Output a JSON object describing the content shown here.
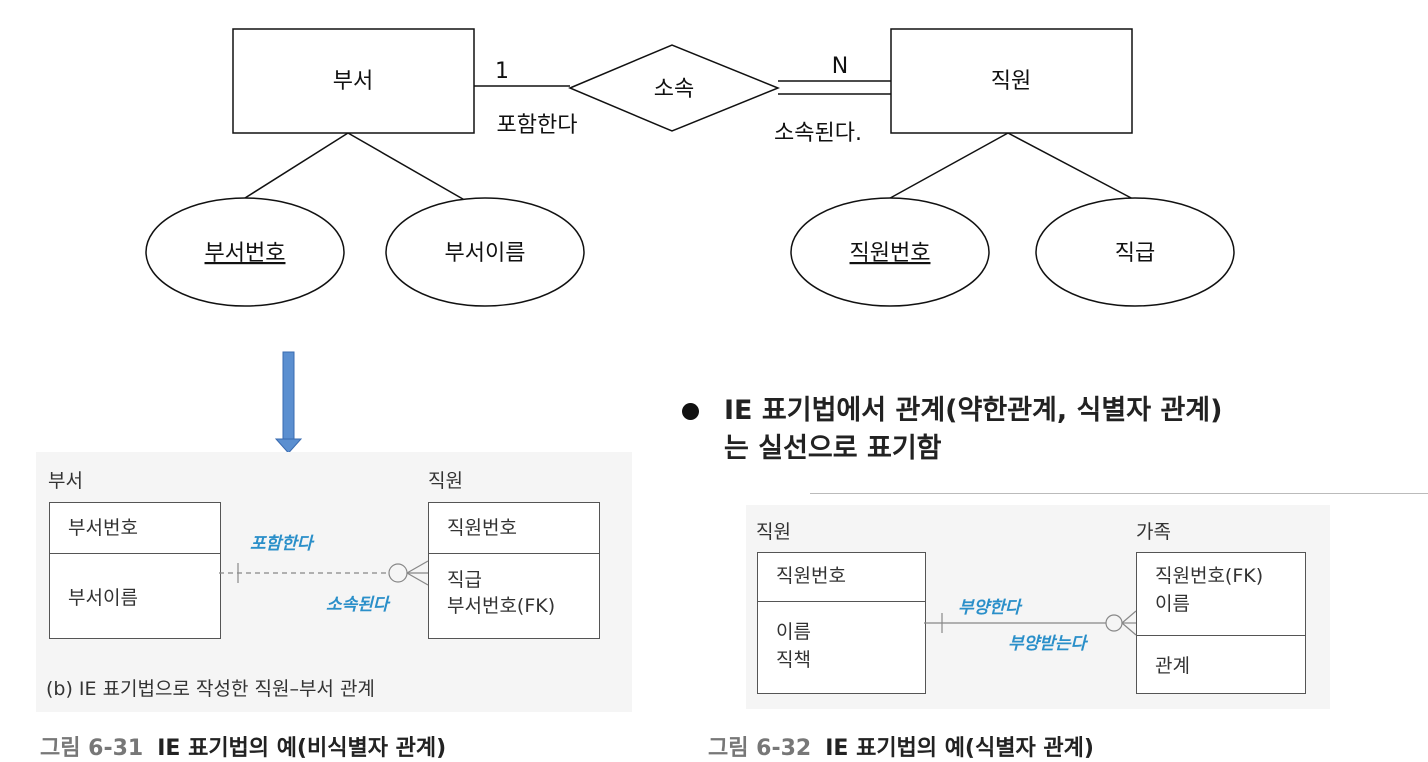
{
  "er": {
    "entity_dept": "부서",
    "entity_emp": "직원",
    "relationship": "소속",
    "card_left": "1",
    "card_right": "N",
    "role_left": "포함한다",
    "role_right": "소속된다.",
    "attr_dept_id": "부서번호",
    "attr_dept_name": "부서이름",
    "attr_emp_id": "직원번호",
    "attr_emp_grade": "직급"
  },
  "ie1": {
    "left_title": "부서",
    "left_key": "부서번호",
    "left_attrs": [
      "부서이름"
    ],
    "right_title": "직원",
    "right_key": "직원번호",
    "right_attrs": [
      "직급",
      "부서번호(FK)"
    ],
    "verb_top": "포함한다",
    "verb_bottom": "소속된다",
    "subcaption": "(b) IE 표기법으로 작성한 직원–부서 관계"
  },
  "ie2": {
    "left_title": "직원",
    "left_key": "직원번호",
    "left_attrs": [
      "이름",
      "직책"
    ],
    "right_title": "가족",
    "right_key_lines": [
      "직원번호(FK)",
      "이름"
    ],
    "right_attrs": [
      "관계"
    ],
    "verb_top": "부양한다",
    "verb_bottom": "부양받는다"
  },
  "bullet": {
    "line1": "IE 표기법에서 관계(약한관계, 식별자 관계)",
    "line2": "는 실선으로 표기함"
  },
  "captions": {
    "fig1_num": "그림 6-31",
    "fig1_text": "IE 표기법의 예(비식별자 관계)",
    "fig2_num": "그림 6-32",
    "fig2_text": "IE 표기법의 예(식별자 관계)"
  },
  "colors": {
    "arrow": "#5b8fd0",
    "arrow_stroke": "#3a6bb0",
    "handwriting": "#2a8fc9",
    "panel_bg": "#f5f5f5"
  }
}
